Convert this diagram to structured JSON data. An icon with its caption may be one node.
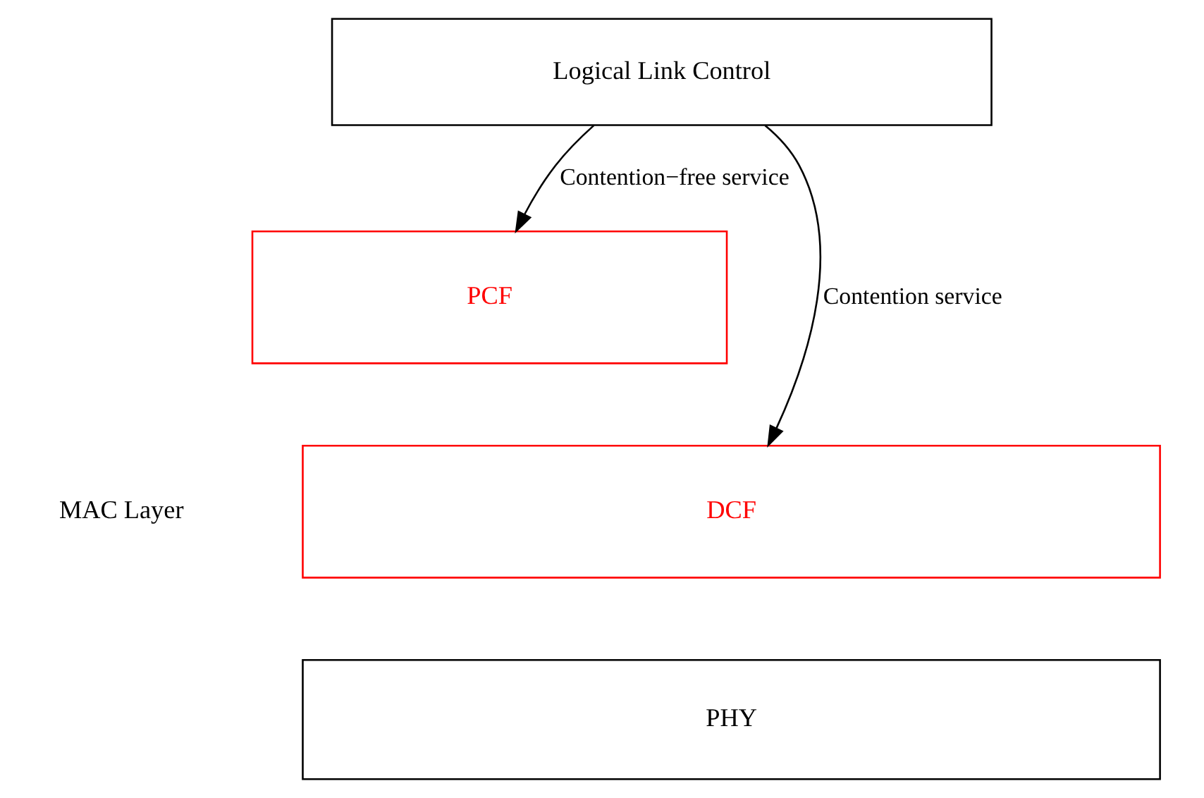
{
  "diagram": {
    "nodes": [
      {
        "text": [
          "Logical Link Control"
        ]
      },
      {
        "text": [
          "PCF"
        ]
      },
      {
        "text": [
          "DCF"
        ]
      },
      {
        "text": [
          "PHY"
        ]
      }
    ],
    "edges": [
      {
        "from": 0,
        "to": 1,
        "arrow": "to",
        "label": "Contention−free service"
      },
      {
        "from": 0,
        "to": 2,
        "arrow": "to",
        "label": "Contention service"
      }
    ],
    "labels": [
      "MAC Layer"
    ]
  }
}
